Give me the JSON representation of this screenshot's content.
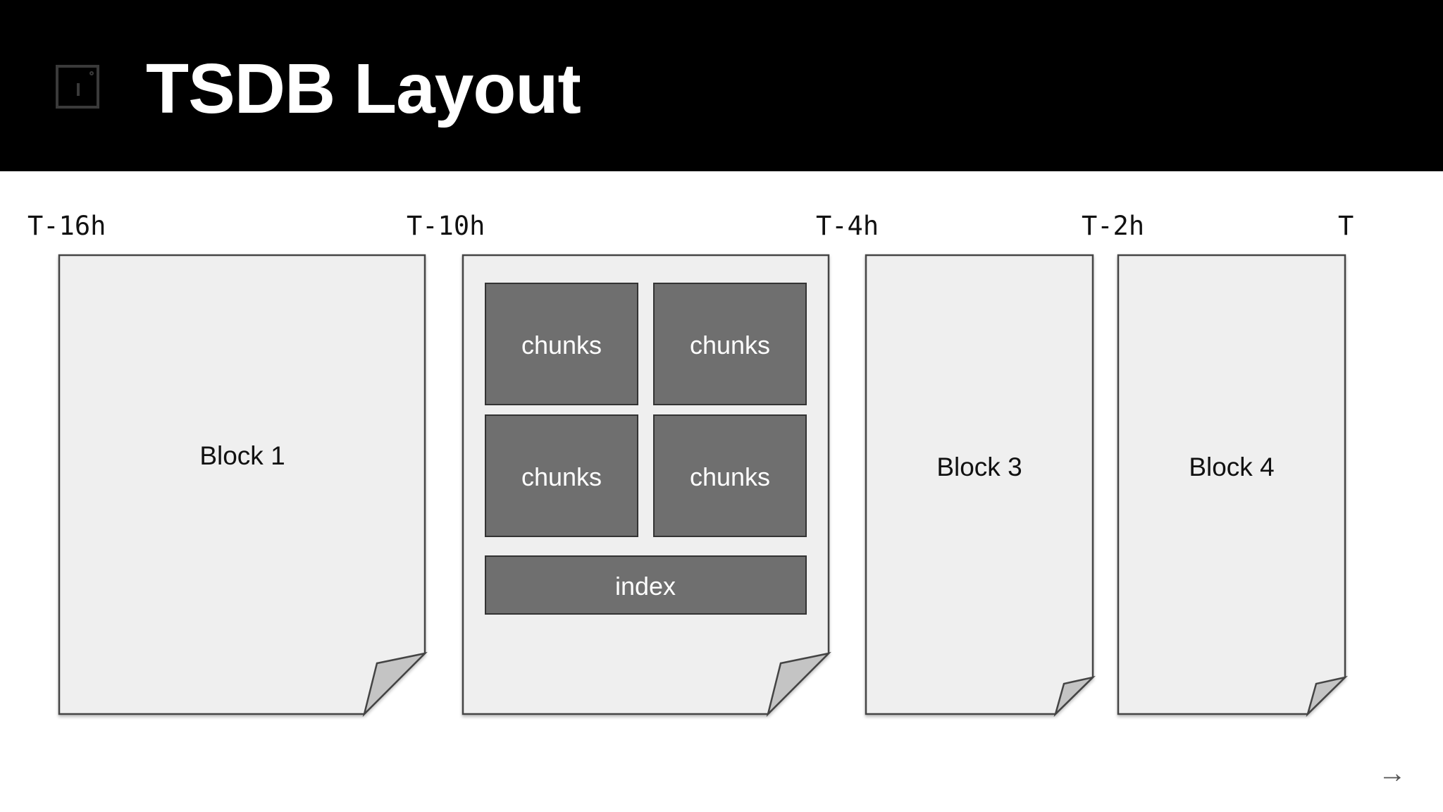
{
  "title": "TSDB Layout",
  "timeline": [
    "T-16h",
    "T-10h",
    "T-4h",
    "T-2h",
    "T"
  ],
  "blocks": {
    "block1": "Block 1",
    "block3": "Block 3",
    "block4": "Block 4"
  },
  "block2": {
    "chunks": [
      "chunks",
      "chunks",
      "chunks",
      "chunks"
    ],
    "index": "index"
  },
  "nav": {
    "next_icon": "→"
  },
  "colors": {
    "header_bg": "#000000",
    "page_fill": "#efefef",
    "chunk_fill": "#6f6f6f",
    "fold_fill": "#c4c4c4"
  }
}
